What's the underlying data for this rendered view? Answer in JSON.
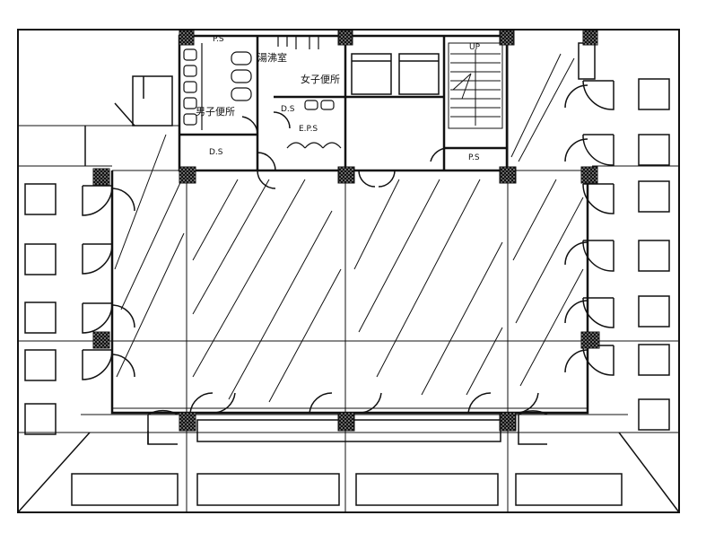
{
  "plan": {
    "labels": {
      "ps_top": "P.S",
      "hot_water_room": "湯沸室",
      "womens_toilet": "女子便所",
      "mens_toilet": "男子便所",
      "ds_toilet": "D.S",
      "ds_lower": "D.S",
      "eps": "E.P.S",
      "ps_stair": "P.S",
      "stair_top": "UP"
    }
  }
}
